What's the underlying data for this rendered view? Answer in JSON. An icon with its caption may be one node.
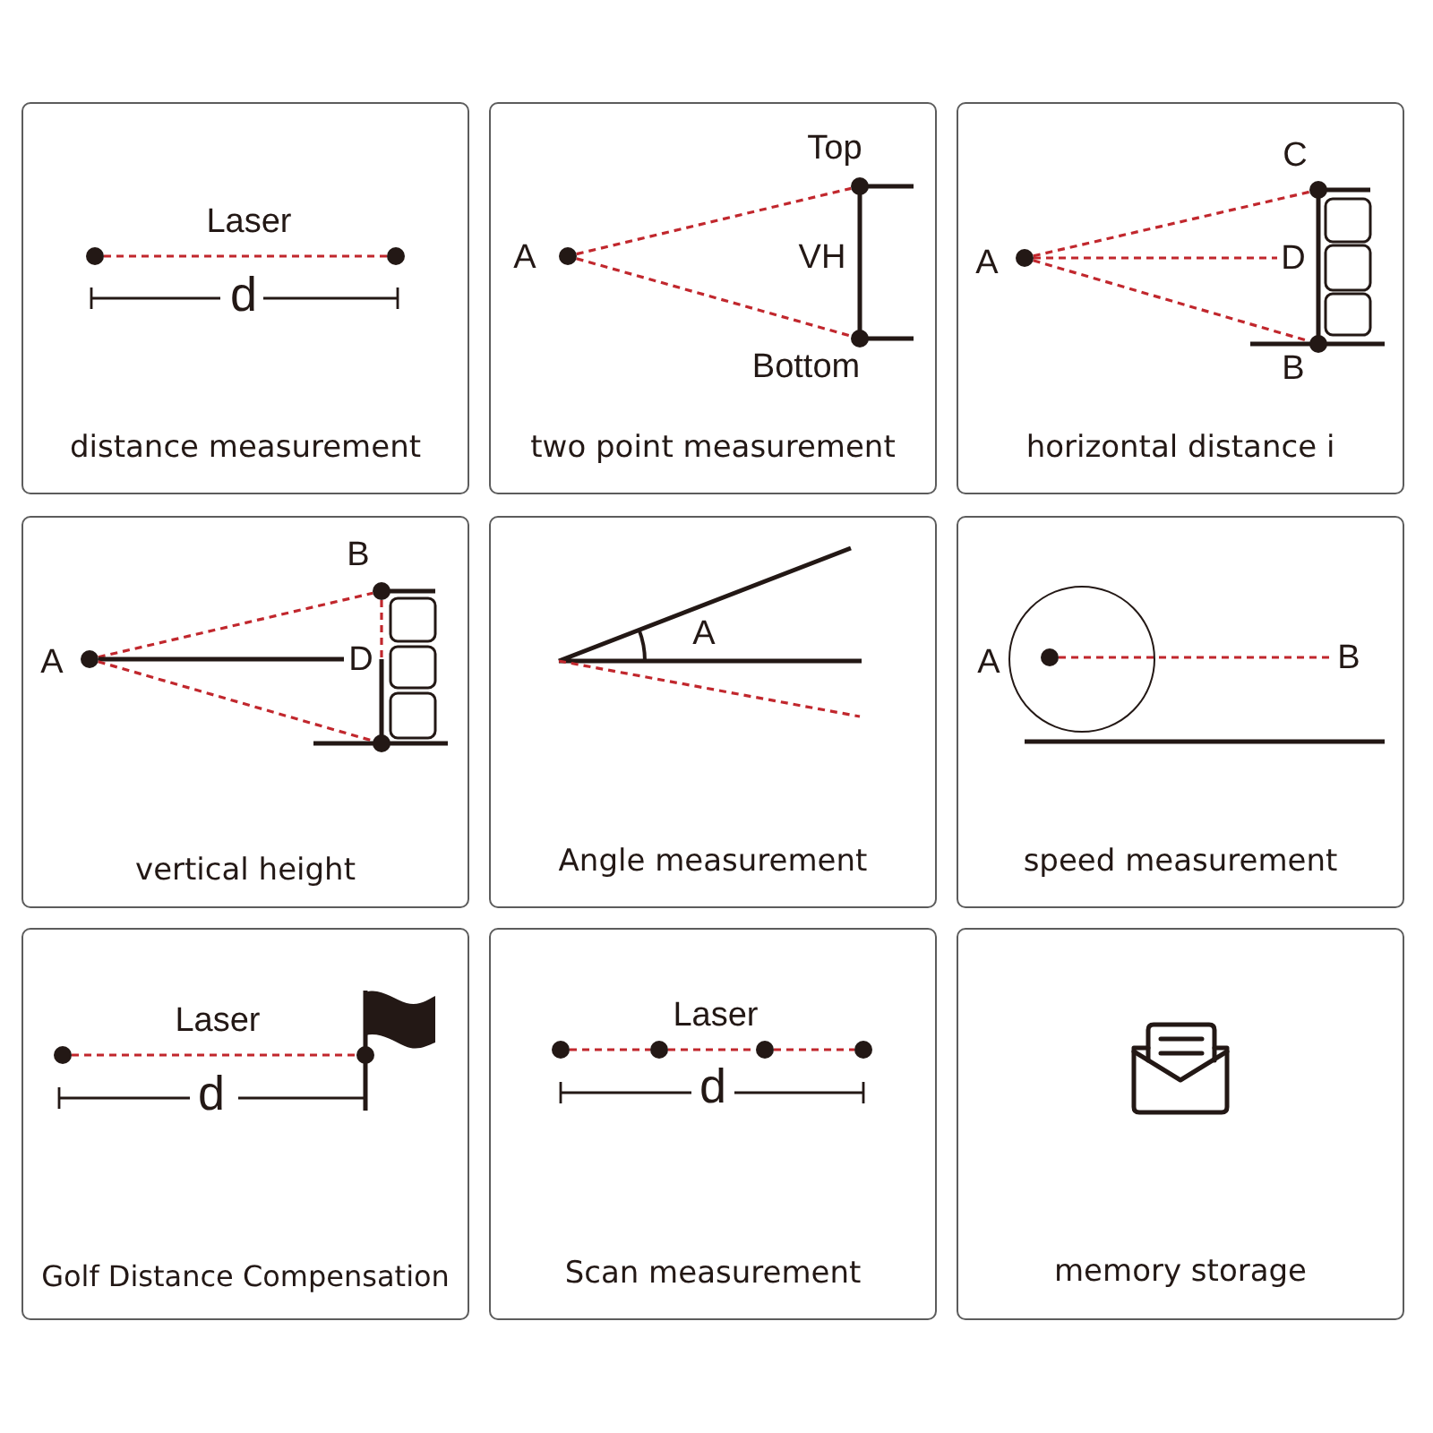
{
  "diagram": {
    "nodes": [
      {
        "text": [
          "distance measurement"
        ]
      },
      {
        "text": [],
        "shape": "circle",
        "in": 0
      },
      {
        "text": [],
        "shape": "circle",
        "in": 0
      },
      {
        "text": [
          "two point measurement"
        ]
      },
      {
        "text": [],
        "shape": "circle",
        "in": 3,
        "beside": [
          "A"
        ]
      },
      {
        "text": [],
        "shape": "circle",
        "in": 3,
        "beside": [
          "Top"
        ]
      },
      {
        "text": [],
        "shape": "circle",
        "in": 3,
        "beside": [
          "Bottom"
        ]
      },
      {
        "text": [
          "horizontal distance i"
        ]
      },
      {
        "text": [],
        "shape": "circle",
        "in": 7,
        "beside": [
          "A"
        ]
      },
      {
        "text": [],
        "shape": "circle",
        "in": 7,
        "beside": [
          "C"
        ]
      },
      {
        "text": [
          "D"
        ],
        "in": 7
      },
      {
        "text": [],
        "shape": "circle",
        "in": 7,
        "beside": [
          "B"
        ]
      },
      {
        "text": [
          "vertical height"
        ]
      },
      {
        "text": [],
        "shape": "circle",
        "in": 12,
        "beside": [
          "A"
        ]
      },
      {
        "text": [],
        "shape": "circle",
        "in": 12,
        "beside": [
          "B"
        ]
      },
      {
        "text": [
          "D"
        ],
        "in": 12
      },
      {
        "text": [],
        "shape": "circle",
        "in": 12
      },
      {
        "text": [
          "Angle measurement"
        ]
      },
      {
        "text": [
          "speed measurement"
        ]
      },
      {
        "text": [],
        "shape": "circle",
        "in": 18,
        "beside": [
          "A"
        ]
      },
      {
        "text": [],
        "shape": "circle",
        "in": 19
      },
      {
        "text": [
          "B"
        ],
        "in": 18
      },
      {
        "text": [
          "Golf Distance Compensation"
        ]
      },
      {
        "text": [],
        "shape": "circle",
        "in": 22
      },
      {
        "text": [],
        "shape": "circle",
        "in": 22
      },
      {
        "text": [
          "Scan measurement"
        ]
      },
      {
        "text": [],
        "shape": "circle",
        "in": 25
      },
      {
        "text": [],
        "shape": "circle",
        "in": 25
      },
      {
        "text": [],
        "shape": "circle",
        "in": 25
      },
      {
        "text": [],
        "shape": "circle",
        "in": 25
      },
      {
        "text": [
          "memory storage"
        ]
      }
    ],
    "edges": [
      {
        "from": 1,
        "to": 2,
        "arrow": "none",
        "label": "Laser",
        "style": "dashed"
      },
      {
        "from": 4,
        "to": 5,
        "arrow": "none",
        "style": "dashed"
      },
      {
        "from": 4,
        "to": 6,
        "arrow": "none",
        "style": "dashed"
      },
      {
        "from": 8,
        "to": 9,
        "arrow": "none",
        "style": "dashed"
      },
      {
        "from": 8,
        "to": 10,
        "arrow": "none",
        "style": "dashed"
      },
      {
        "from": 8,
        "to": 11,
        "arrow": "none",
        "style": "dashed"
      },
      {
        "from": 13,
        "to": 14,
        "arrow": "none",
        "style": "dashed"
      },
      {
        "from": 13,
        "to": 15,
        "arrow": "none",
        "color": "#231815"
      },
      {
        "from": 13,
        "to": 16,
        "arrow": "none",
        "style": "dashed"
      },
      {
        "from": 14,
        "to": 15,
        "arrow": "none",
        "style": "dashed"
      },
      {
        "from": 20,
        "to": 21,
        "arrow": "none",
        "style": "dashed"
      },
      {
        "from": 23,
        "to": 24,
        "arrow": "none",
        "label": "Laser",
        "style": "dashed"
      },
      {
        "from": 26,
        "to": 27,
        "arrow": "none",
        "style": "dashed"
      },
      {
        "from": 27,
        "to": 28,
        "arrow": "none",
        "label": "Laser",
        "style": "dashed"
      },
      {
        "from": 28,
        "to": 29,
        "arrow": "none",
        "style": "dashed"
      }
    ],
    "labels": [
      "d",
      "VH",
      "A",
      "d",
      "d"
    ]
  }
}
